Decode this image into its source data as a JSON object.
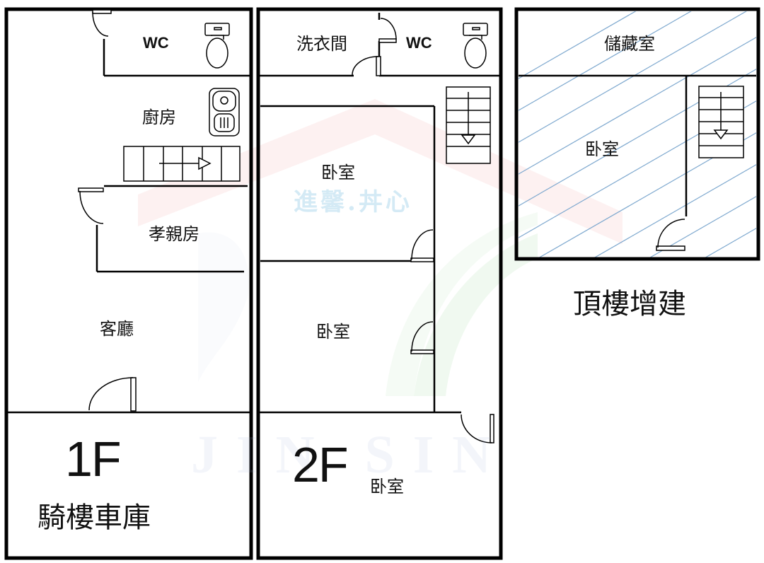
{
  "watermark": {
    "text_cn": "進馨.丼心",
    "text_en": "JIN SIN"
  },
  "floors": {
    "first": {
      "label": "1F",
      "rooms": {
        "wc": "WC",
        "kitchen": "廚房",
        "elder_room": "孝親房",
        "living_room": "客廳",
        "arcade_garage": "騎樓車庫"
      }
    },
    "second": {
      "label": "2F",
      "rooms": {
        "laundry": "洗衣間",
        "wc": "WC",
        "bedroom_1": "卧室",
        "bedroom_2": "卧室",
        "bedroom_3": "卧室"
      }
    },
    "rooftop": {
      "title": "頂樓增建",
      "rooms": {
        "storage": "儲藏室",
        "bedroom": "卧室"
      }
    }
  }
}
